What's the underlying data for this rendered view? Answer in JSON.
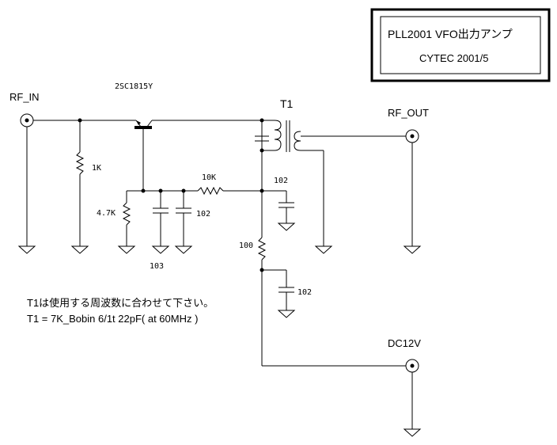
{
  "title_box": {
    "line1": "PLL2001  VFO出力アンプ",
    "line2": "CYTEC  2001/5"
  },
  "ports": {
    "rf_in": "RF_IN",
    "rf_out": "RF_OUT",
    "dc": "DC12V"
  },
  "components": {
    "transistor": "2SC1815Y",
    "r_1k": "1K",
    "r_4k7": "4.7K",
    "r_10k": "10K",
    "r_100": "100",
    "c_103": "103",
    "c_102_a": "102",
    "c_102_b": "102",
    "c_102_c": "102",
    "transformer": "T1"
  },
  "notes": {
    "line1": "T1は使用する周波数に合わせて下さい。",
    "line2": "T1 = 7K_Bobin 6/1t 22pF( at 60MHz )"
  }
}
